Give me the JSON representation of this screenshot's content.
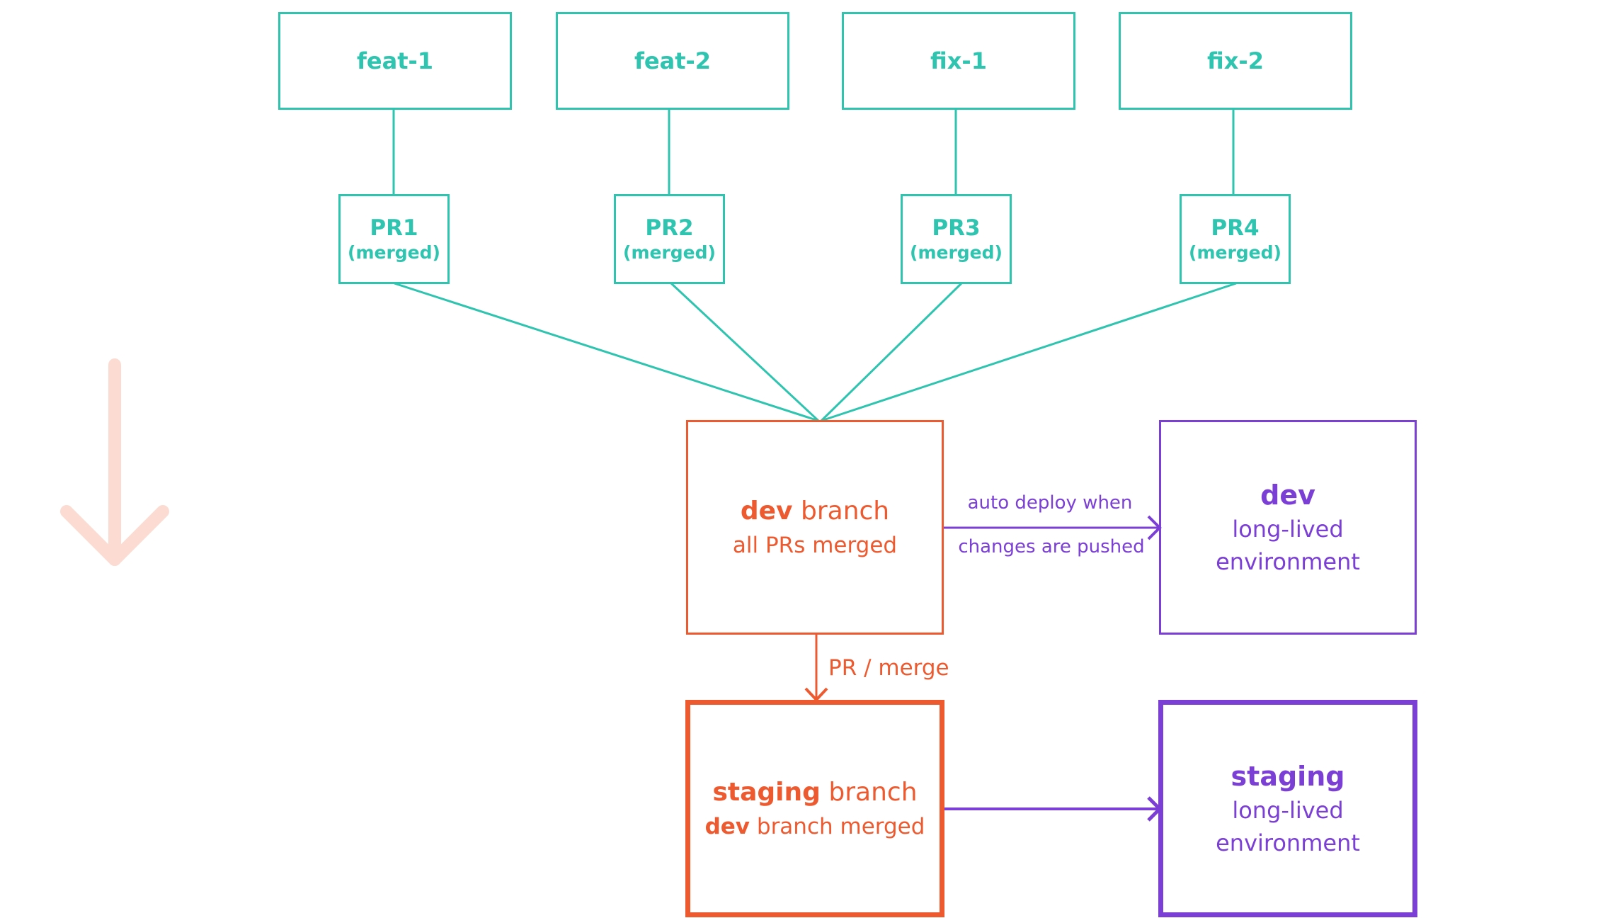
{
  "colors": {
    "teal": "#2ec4b0",
    "orange": "#ee5a2f",
    "purple": "#7b3fd6",
    "faded_arrow": "#fcdcd2"
  },
  "branches": [
    {
      "id": "feat1",
      "label": "feat-1"
    },
    {
      "id": "feat2",
      "label": "feat-2"
    },
    {
      "id": "fix1",
      "label": "fix-1"
    },
    {
      "id": "fix2",
      "label": "fix-2"
    }
  ],
  "prs": [
    {
      "label": "PR1",
      "status": "(merged)"
    },
    {
      "label": "PR2",
      "status": "(merged)"
    },
    {
      "label": "PR3",
      "status": "(merged)"
    },
    {
      "label": "PR4",
      "status": "(merged)"
    }
  ],
  "dev_branch": {
    "name": "dev",
    "suffix": " branch",
    "subtitle": "all PRs merged"
  },
  "staging_branch": {
    "name": "staging",
    "suffix": " branch",
    "sub_name": "dev",
    "sub_suffix": " branch merged"
  },
  "dev_env": {
    "title": "dev",
    "line1": "long-lived",
    "line2": "environment"
  },
  "staging_env": {
    "title": "staging",
    "line1": "long-lived",
    "line2": "environment"
  },
  "edges": {
    "auto_deploy_line1": "auto deploy when",
    "auto_deploy_line2": "changes are pushed",
    "pr_merge": "PR / merge"
  },
  "icons": {
    "flow_direction": "down-arrow-icon"
  }
}
